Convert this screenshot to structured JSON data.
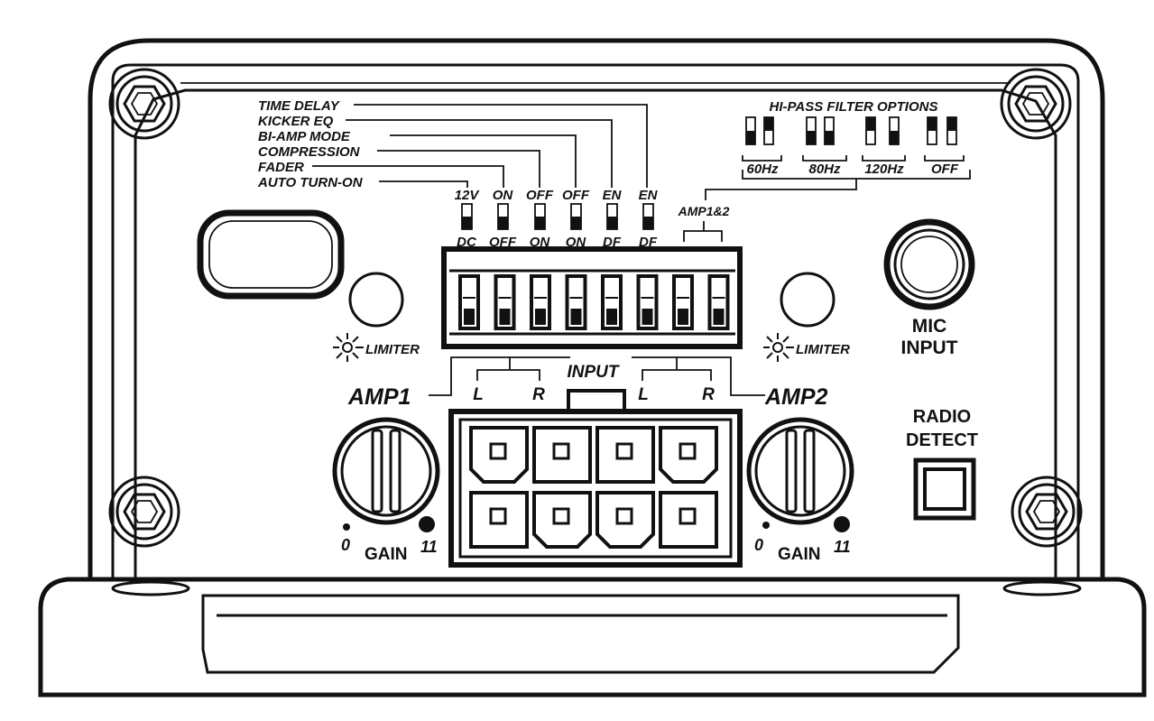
{
  "dip_feature_labels": [
    "TIME DELAY",
    "KICKER EQ",
    "BI-AMP MODE",
    "COMPRESSION",
    "FADER",
    "AUTO TURN-ON"
  ],
  "dip_switches": [
    {
      "top": "12V",
      "bottom": "DC"
    },
    {
      "top": "ON",
      "bottom": "OFF"
    },
    {
      "top": "OFF",
      "bottom": "ON"
    },
    {
      "top": "OFF",
      "bottom": "ON"
    },
    {
      "top": "EN",
      "bottom": "DF"
    },
    {
      "top": "EN",
      "bottom": "DF"
    }
  ],
  "hipass": {
    "title": "HI-PASS FILTER OPTIONS",
    "options": [
      "60Hz",
      "80Hz",
      "120Hz",
      "OFF"
    ],
    "amp_label": "AMP1&2"
  },
  "limiter_labels": [
    "LIMITER",
    "LIMITER"
  ],
  "mic_input": [
    "MIC",
    "INPUT"
  ],
  "radio_detect": [
    "RADIO",
    "DETECT"
  ],
  "input": {
    "title": "INPUT",
    "left_channel": [
      "L",
      "R"
    ],
    "right_channel": [
      "L",
      "R"
    ]
  },
  "amp1": {
    "name": "AMP1",
    "gain_label": "GAIN",
    "gain_min": "0",
    "gain_max": "11"
  },
  "amp2": {
    "name": "AMP2",
    "gain_label": "GAIN",
    "gain_min": "0",
    "gain_max": "11"
  }
}
